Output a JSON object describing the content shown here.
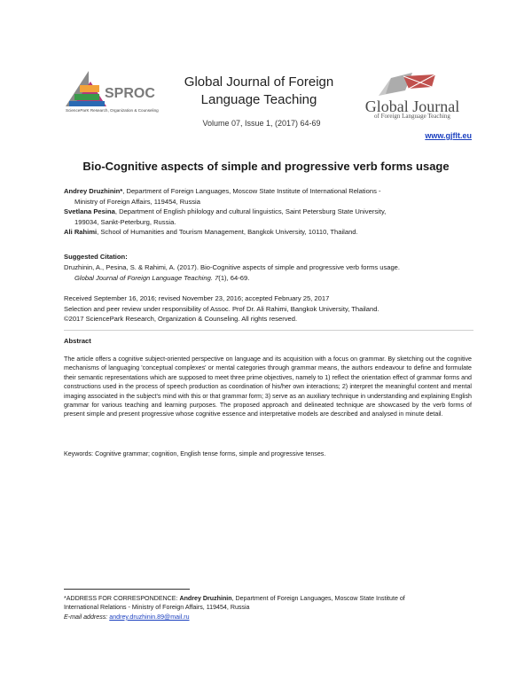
{
  "header": {
    "sproc_logo_caption": "SPROC",
    "sproc_logo_sub": "ScienceParK Research, Organization & Counseling",
    "journal_title_line1": "Global Journal of Foreign",
    "journal_title_line2": "Language Teaching",
    "volume": "Volume 07, Issue 1, (2017) 64-69",
    "gj_logo_title": "Global Journal",
    "gj_logo_sub": "of Foreign Language Teaching",
    "url": "www.gjflt.eu"
  },
  "title": "Bio-Cognitive aspects of simple and progressive verb forms usage",
  "authors": [
    {
      "name": "Andrey Druzhinin*",
      "line1": ", Department of Foreign Languages, Moscow State Institute of International Relations -",
      "line2": "Ministry of Foreign Affairs, 119454, Russia"
    },
    {
      "name": "Svetlana Pesina",
      "line1": ", Department of English philology and cultural linguistics, Saint Petersburg State University,",
      "line2": "199034, Sankt-Peterburg, Russia."
    },
    {
      "name": "Ali Rahimi",
      "line1": ", School of Humanities and Tourism Management, Bangkok University, 10110, Thailand.",
      "line2": ""
    }
  ],
  "citation": {
    "heading": "Suggested Citation:",
    "line1": "Druzhinin, A., Pesina, S. & Rahimi, A. (2017). Bio-Cognitive aspects of simple and progressive verb forms usage.",
    "journal": "Global Journal of Foreign Language Teaching.",
    "volume": "7",
    "rest": "(1), 64-69."
  },
  "dates": {
    "received": "Received September 16, 2016; revised November 23, 2016; accepted February 25, 2017",
    "review": "Selection and peer review under responsibility of Assoc. Prof Dr. Ali Rahimi, Bangkok University, Thailand.",
    "copyright": "©2017 SciencePark Research, Organization & Counseling. All rights reserved."
  },
  "abstract": {
    "heading": "Abstract",
    "text": "The article offers a cognitive subject-oriented perspective on language and its acquisition with a focus on grammar. By sketching out the cognitive mechanisms of languaging 'conceptual complexes' or mental categories through grammar means, the authors endeavour to define and formulate their semantic representations which are supposed to meet three prime objectives, namely to 1) reflect the orientation effect of grammar forms and constructions used in the process of speech production as coordination of his/her own interactions; 2) interpret the meaningful content and mental imaging associated in the subject's mind with this or that grammar form; 3) serve as an auxiliary technique in understanding and explaining English grammar for various teaching and learning purposes. The proposed approach and delineated technique are showcased by the verb forms of present simple and present progressive whose cognitive essence and interpretative models are described and analysed in minute detail.",
    "keywords": "Keywords: Cognitive grammar; cognition, English tense forms, simple and progressive tenses."
  },
  "footnote": {
    "label": "*ADDRESS FOR CORRESPONDENCE: ",
    "name": "Andrey Druzhinin",
    "line1_rest": ", Department of Foreign Languages, Moscow State Institute of",
    "line2": "International Relations - Ministry of Foreign Affairs, 119454, Russia",
    "email_label": "E-mail address: ",
    "email": "andrey.druzhinin.89@mail.ru"
  }
}
